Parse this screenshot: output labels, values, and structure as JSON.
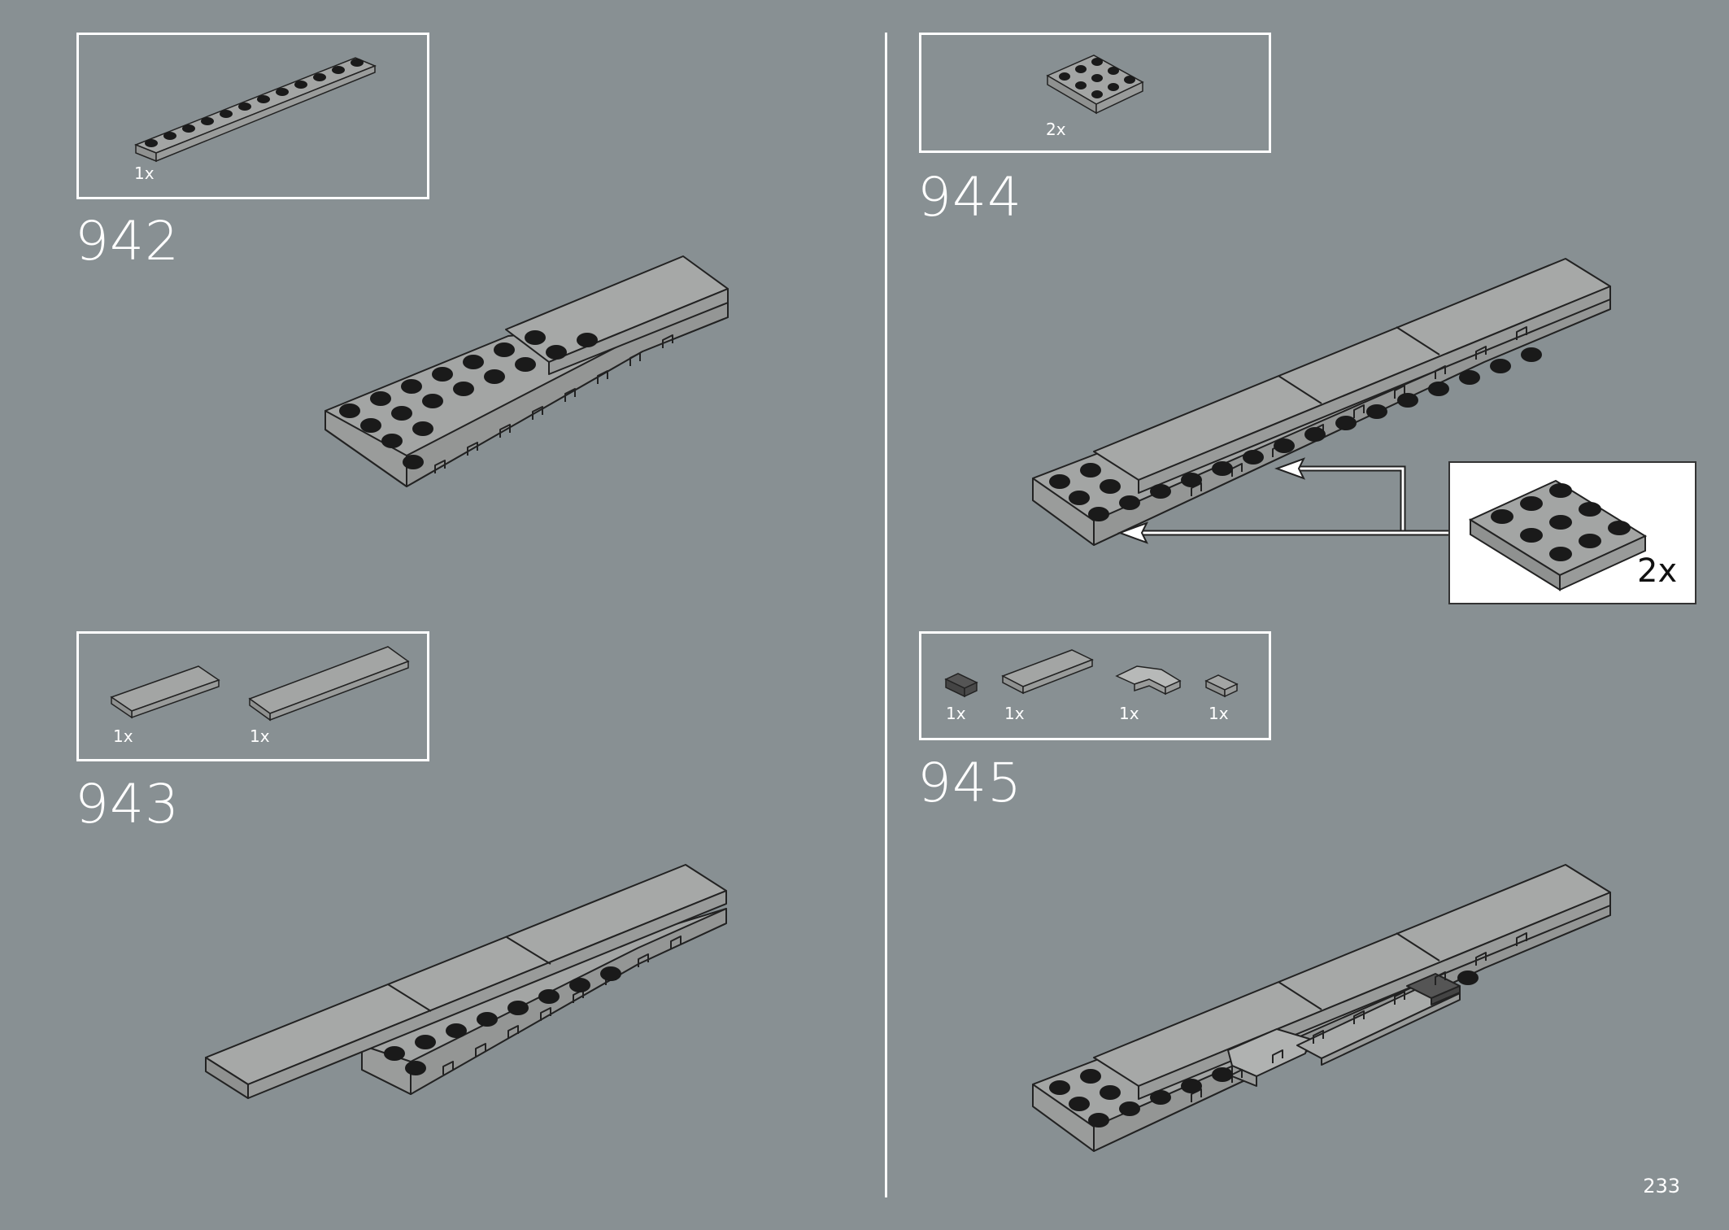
{
  "page_number": "233",
  "steps": [
    {
      "number": "942",
      "parts": [
        {
          "qty": "1x",
          "icon": "plate-1x12-icon"
        }
      ]
    },
    {
      "number": "943",
      "parts": [
        {
          "qty": "1x",
          "icon": "tile-2x4-icon"
        },
        {
          "qty": "1x",
          "icon": "tile-2x6-icon"
        }
      ]
    },
    {
      "number": "944",
      "parts": [
        {
          "qty": "2x",
          "icon": "plate-3x3-icon"
        }
      ],
      "callout": {
        "qty": "2x",
        "icon": "plate-3x3-icon"
      }
    },
    {
      "number": "945",
      "parts": [
        {
          "qty": "1x",
          "icon": "tile-1x1-dark-icon"
        },
        {
          "qty": "1x",
          "icon": "tile-1x4-icon"
        },
        {
          "qty": "1x",
          "icon": "corner-tile-icon"
        },
        {
          "qty": "1x",
          "icon": "tile-1x1-icon"
        }
      ]
    }
  ],
  "colors": {
    "background": "#889093",
    "brick": "#a3a5a4",
    "stud": "#1a1a1a",
    "line": "#222222",
    "frame": "#ffffff",
    "dark_tile": "#555555"
  }
}
